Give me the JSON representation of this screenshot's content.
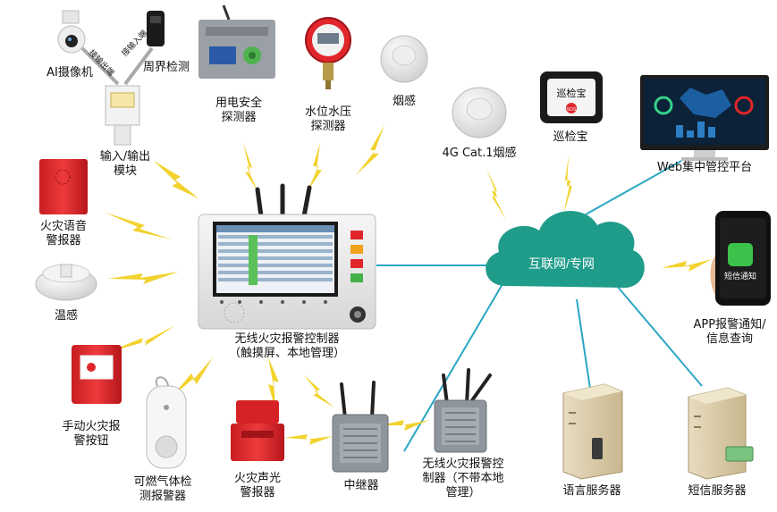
{
  "labels": {
    "ai_camera": "AI摄像机",
    "perimeter": "周界检测",
    "in_port": "接输入端",
    "out_port": "接输出端",
    "io_module_1": "输入/输出",
    "io_module_2": "模块",
    "electric_1": "用电安全",
    "electric_2": "探测器",
    "water_1": "水位水压",
    "water_2": "探测器",
    "smoke": "烟感",
    "smoke_4g": "4G Cat.1烟感",
    "patrol": "巡检宝",
    "patrol_device_text": "巡检宝",
    "sos": "SOS",
    "web_platform": "Web集中管控平台",
    "fire_voice_1": "火灾语音",
    "fire_voice_2": "警报器",
    "temp": "温感",
    "manual_1": "手动火灾报",
    "manual_2": "警按钮",
    "gas_1": "可燃气体检",
    "gas_2": "测报警器",
    "sound_light_1": "火灾声光",
    "sound_light_2": "警报器",
    "controller_1": "无线火灾报警控制器",
    "controller_2": "（触摸屏、本地管理）",
    "repeater": "中继器",
    "ctrl_nolocal_1": "无线火灾报警控",
    "ctrl_nolocal_2": "制器（不带本地",
    "ctrl_nolocal_3": "管理）",
    "internet": "互联网/专网",
    "app_1": "APP报警通知/",
    "app_2": "信息查询",
    "sms_app": "短信通知",
    "voice_server": "语言服务器",
    "sms_server": "短信服务器"
  },
  "colors": {
    "bolt": "#f2d22e",
    "link": "#2aa6c4",
    "cloud": "#1f9c8a",
    "alarm_red": "#e0262b"
  }
}
